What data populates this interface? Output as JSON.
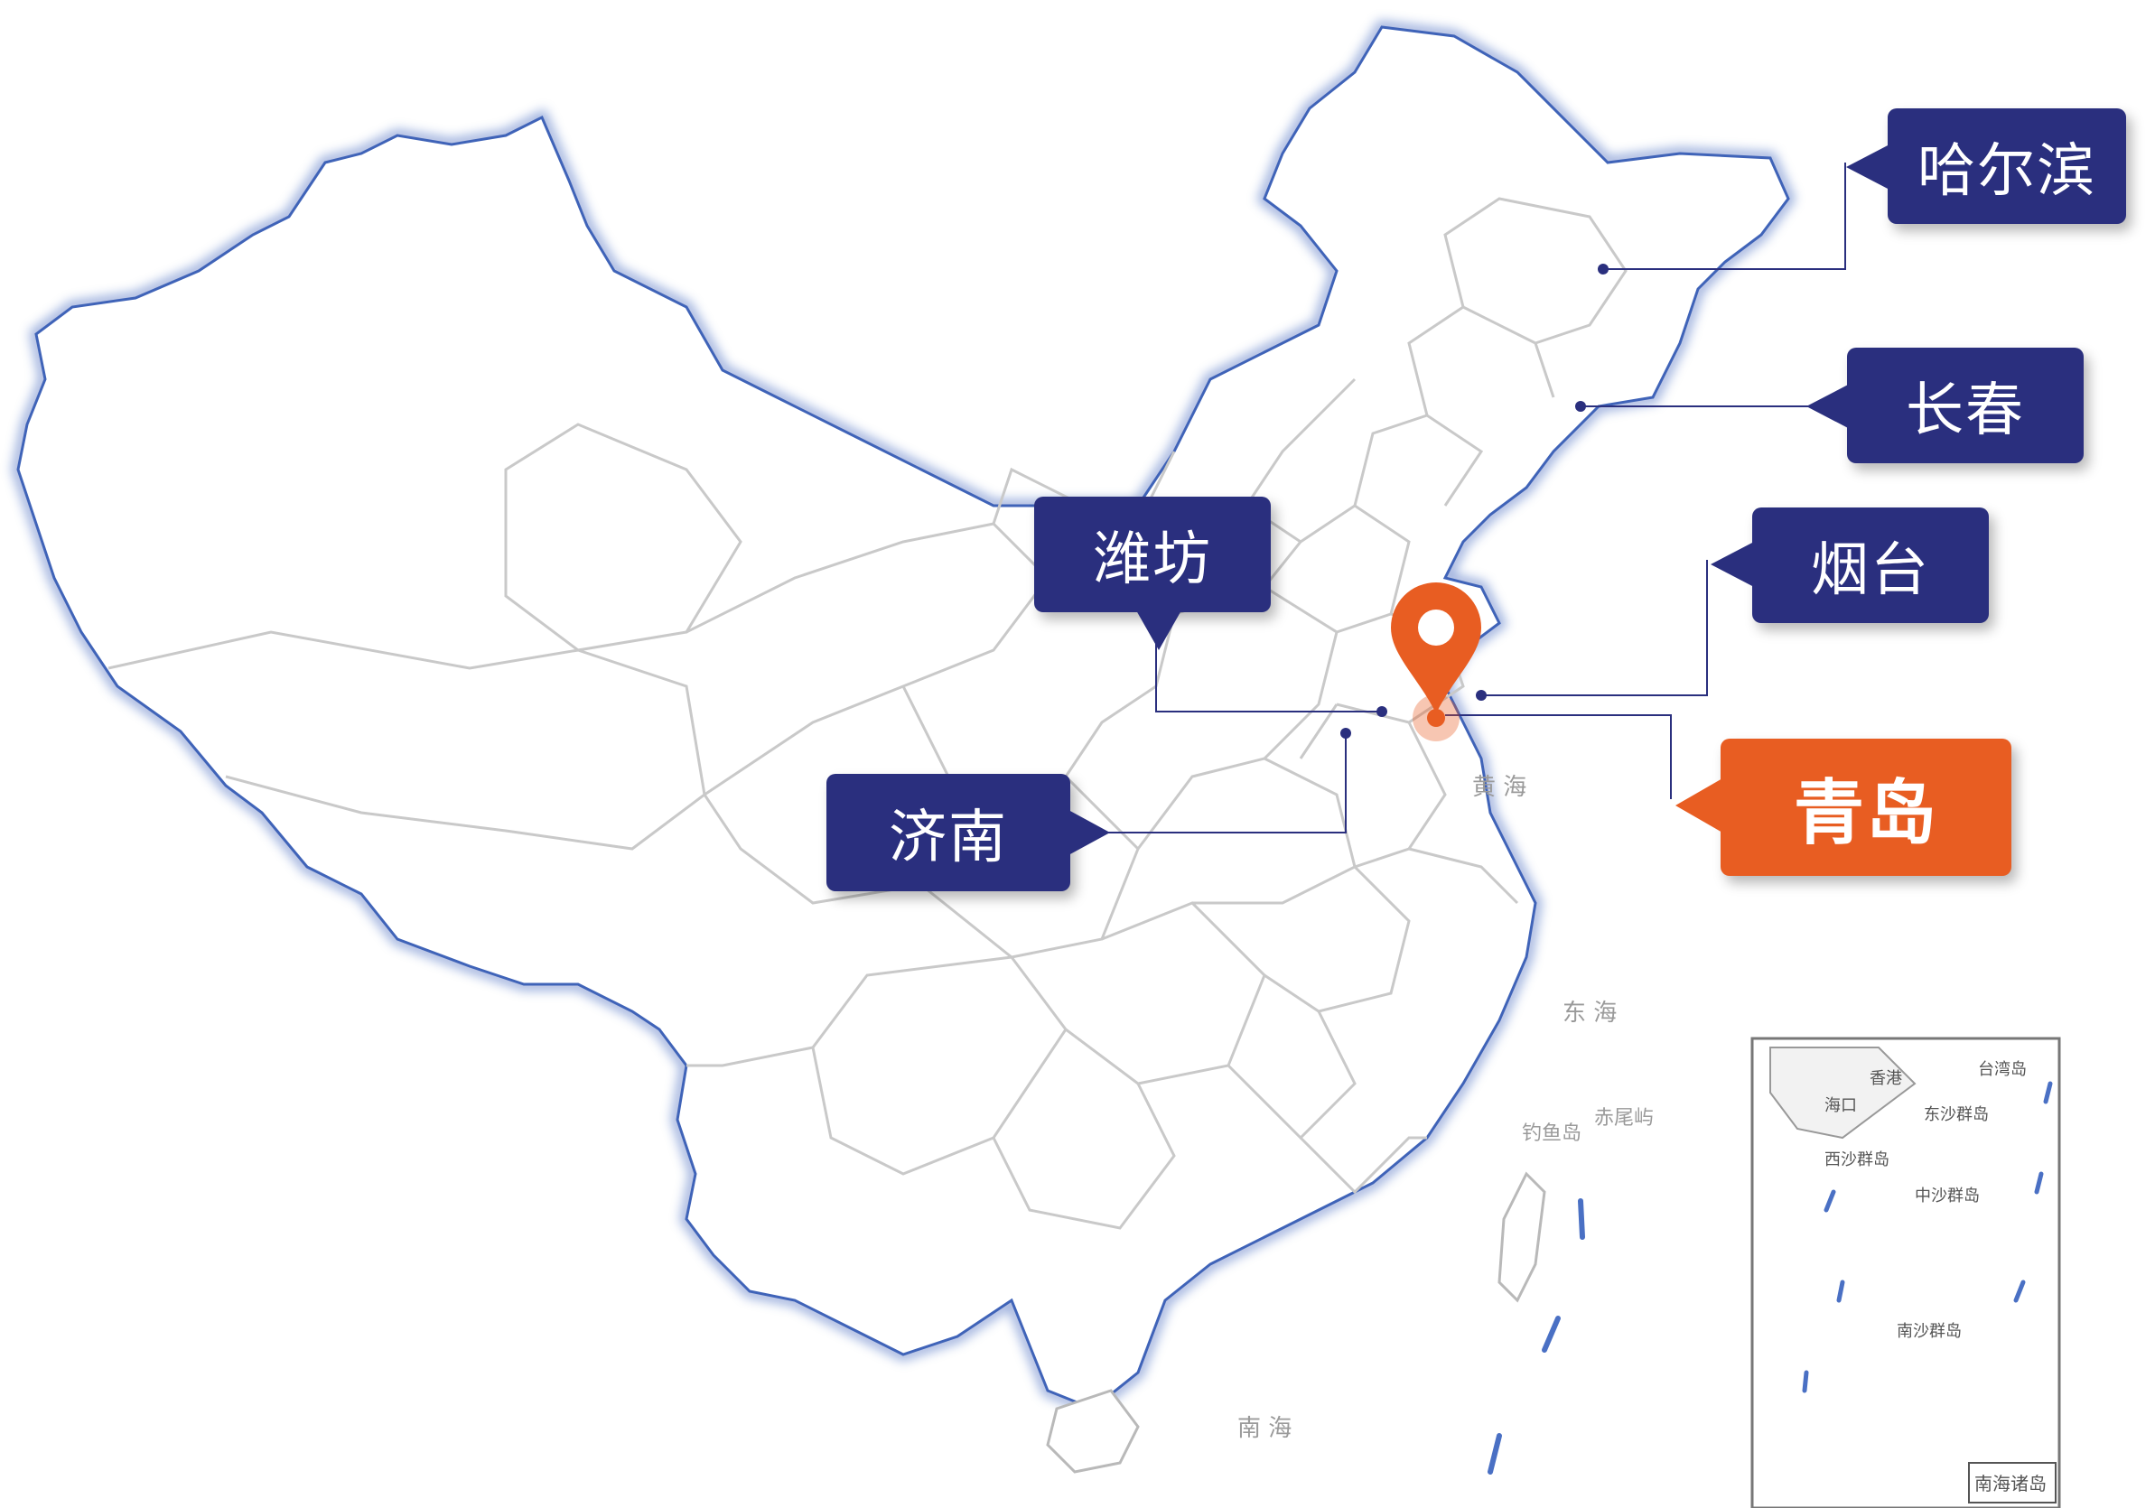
{
  "map": {
    "cities": [
      {
        "id": "harbin",
        "name": "哈尔滨",
        "highlight": false
      },
      {
        "id": "changchun",
        "name": "长春",
        "highlight": false
      },
      {
        "id": "weifang",
        "name": "潍坊",
        "highlight": false
      },
      {
        "id": "yantai",
        "name": "烟台",
        "highlight": false
      },
      {
        "id": "jinan",
        "name": "济南",
        "highlight": false
      },
      {
        "id": "qingdao",
        "name": "青岛",
        "highlight": true
      }
    ],
    "sea_labels": {
      "yellow_sea": "黄 海",
      "east_sea": "东 海",
      "south_sea": "南 海"
    },
    "islands": {
      "diaoyu": "钓鱼岛",
      "chiwei": "赤尾屿"
    },
    "inset": {
      "caption": "南海诸岛",
      "labels": [
        "东沙群岛",
        "西沙群岛",
        "中沙群岛",
        "南沙群岛",
        "海口",
        "香港",
        "台湾岛"
      ]
    }
  },
  "colors": {
    "label_bg": "#2a2f7e",
    "highlight_bg": "#e85d22",
    "border_glow": "#3f63b8",
    "province_line": "#c9c9c9"
  },
  "icons": {
    "pin": "location-pin-icon"
  }
}
